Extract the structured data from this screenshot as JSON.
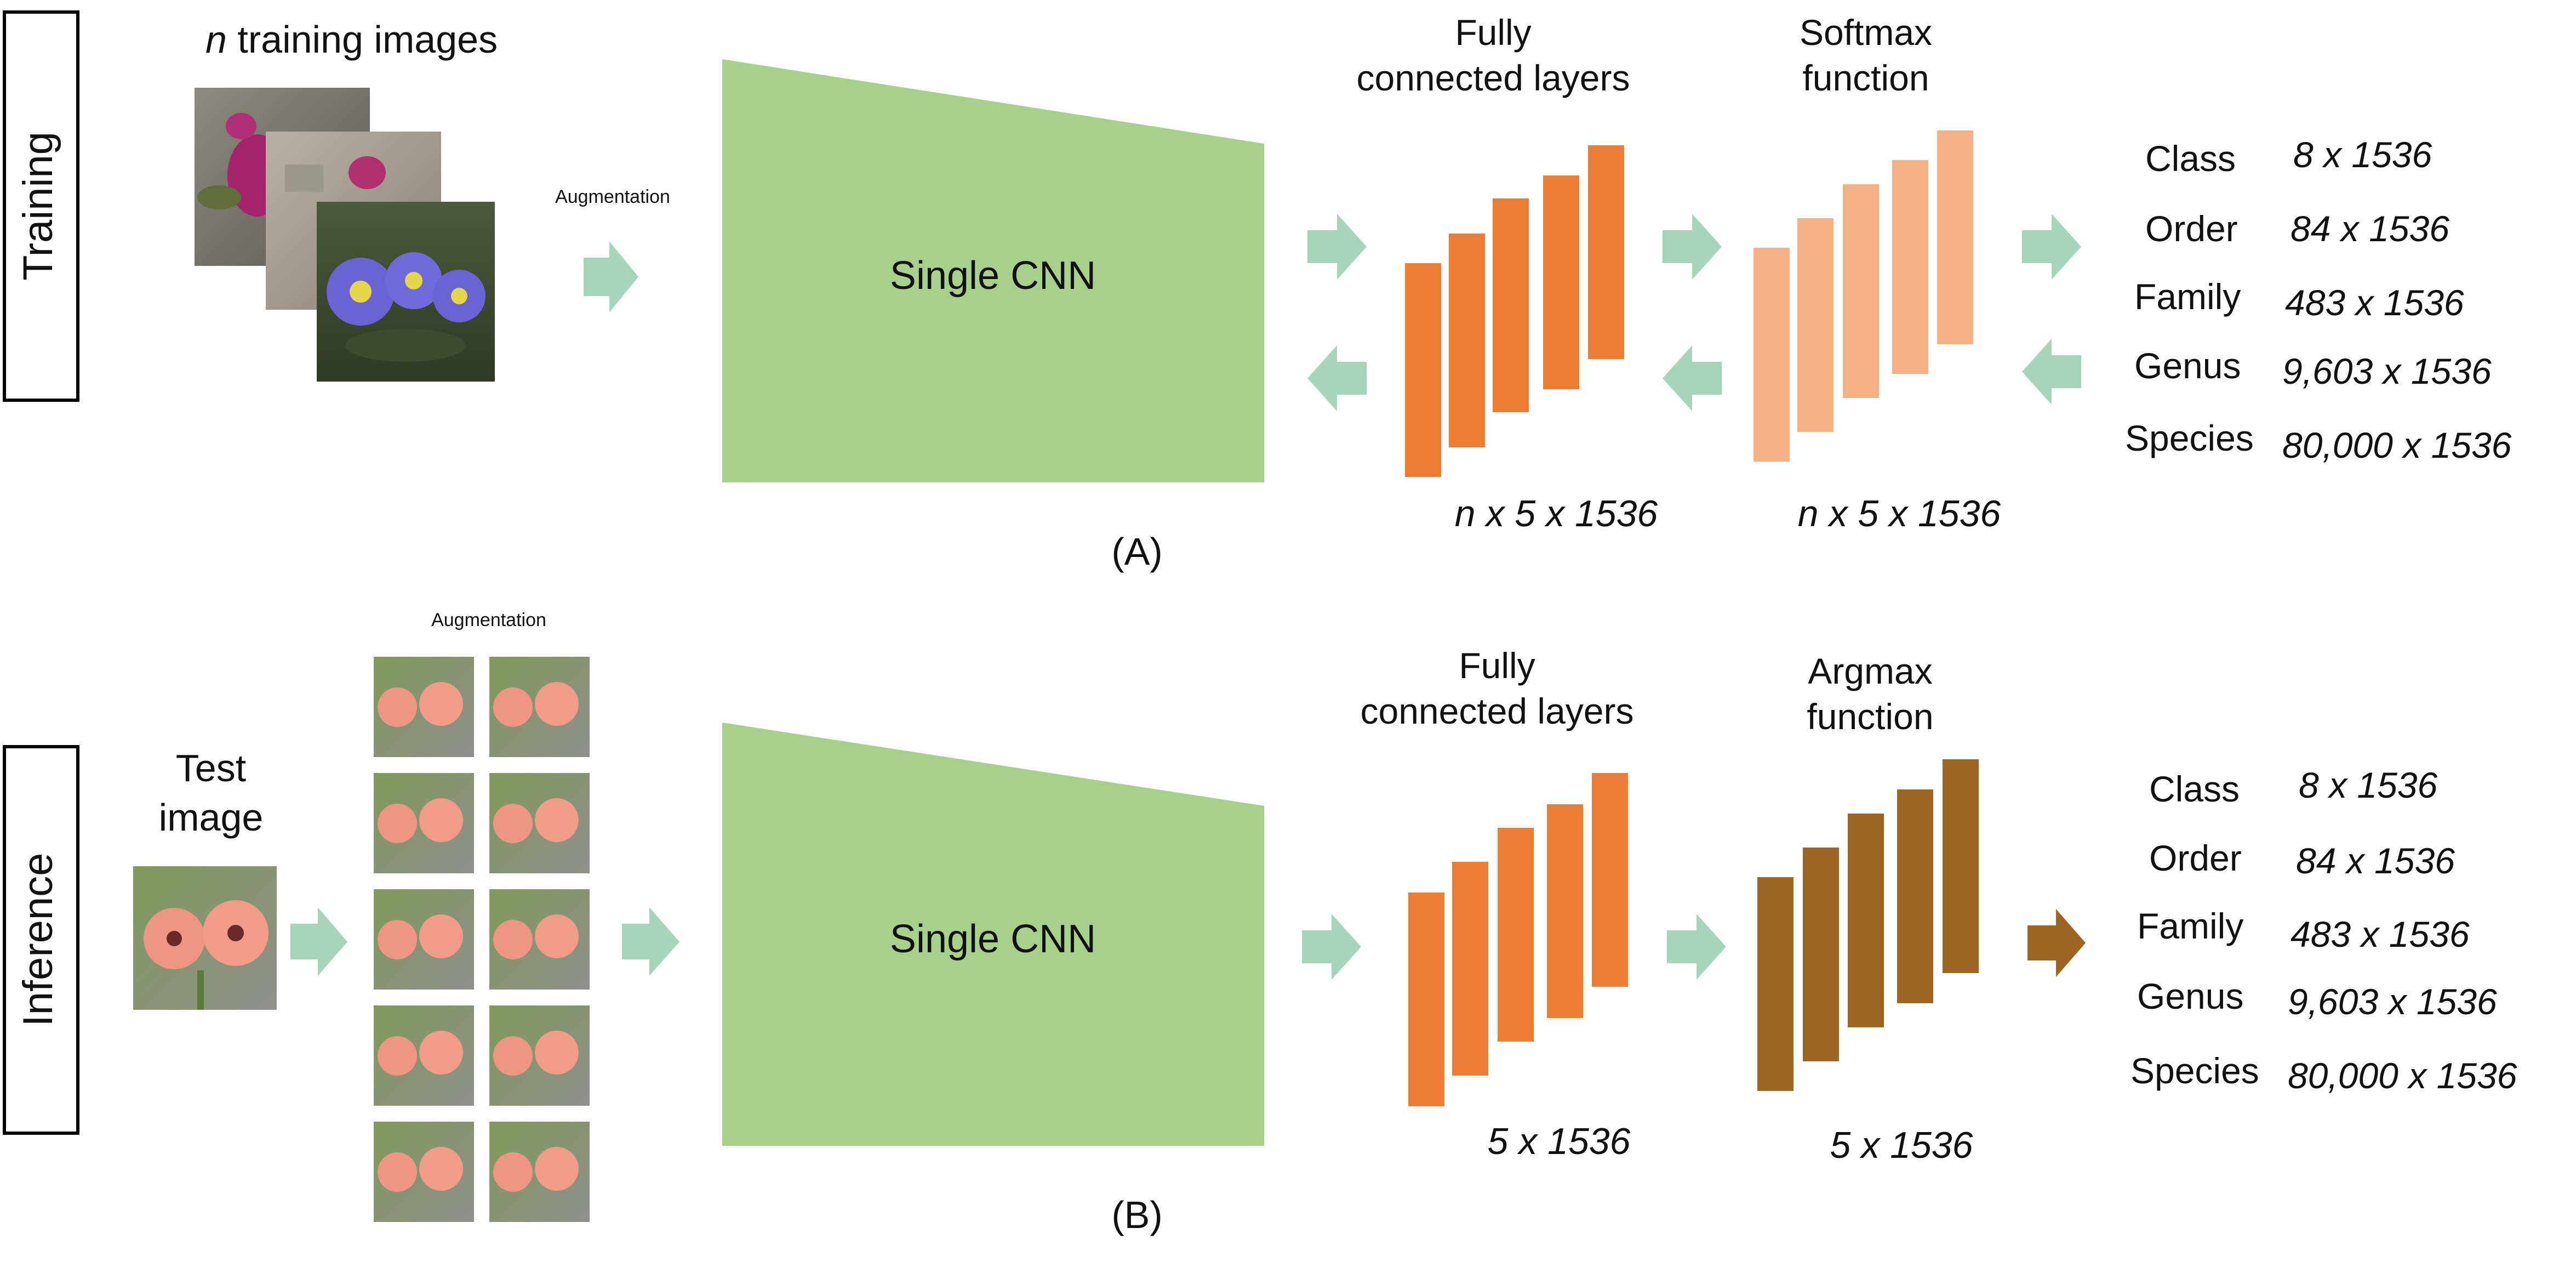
{
  "colors": {
    "cnn": "#a7d08c",
    "arrow": "#a6d5bb",
    "fc": "#ec7d35",
    "softmax": "#f4b183",
    "argmax": "#9c6622",
    "text": "#111111"
  },
  "training": {
    "side_label": "Training",
    "input_prefix": "n",
    "input_label": " training images",
    "augmentation": "Augmentation",
    "cnn_label": "Single CNN",
    "fc_title_1": "Fully",
    "fc_title_2": "connected layers",
    "fn_title_1": "Softmax",
    "fn_title_2": "function",
    "fc_dims": "n x 5 x 1536",
    "fn_dims": "n x 5 x 1536",
    "panel_label": "(A)",
    "outputs": [
      {
        "label": "Class",
        "dims": "8 x 1536"
      },
      {
        "label": "Order",
        "dims": "84 x 1536"
      },
      {
        "label": "Family",
        "dims": "483 x 1536"
      },
      {
        "label": "Genus",
        "dims": "9,603 x 1536"
      },
      {
        "label": "Species",
        "dims": "80,000 x 1536"
      }
    ]
  },
  "inference": {
    "side_label": "Inference",
    "test_label_1": "Test",
    "test_label_2": "image",
    "augmentation": "Augmentation",
    "cnn_label": "Single CNN",
    "fc_title_1": "Fully",
    "fc_title_2": "connected layers",
    "fn_title_1": "Argmax",
    "fn_title_2": "function",
    "fc_dims": "5 x 1536",
    "fn_dims": "5 x 1536",
    "panel_label": "(B)",
    "outputs": [
      {
        "label": "Class",
        "dims": "8 x 1536"
      },
      {
        "label": "Order",
        "dims": "84 x 1536"
      },
      {
        "label": "Family",
        "dims": "483 x 1536"
      },
      {
        "label": "Genus",
        "dims": "9,603 x 1536"
      },
      {
        "label": "Species",
        "dims": "80,000 x 1536"
      }
    ]
  }
}
